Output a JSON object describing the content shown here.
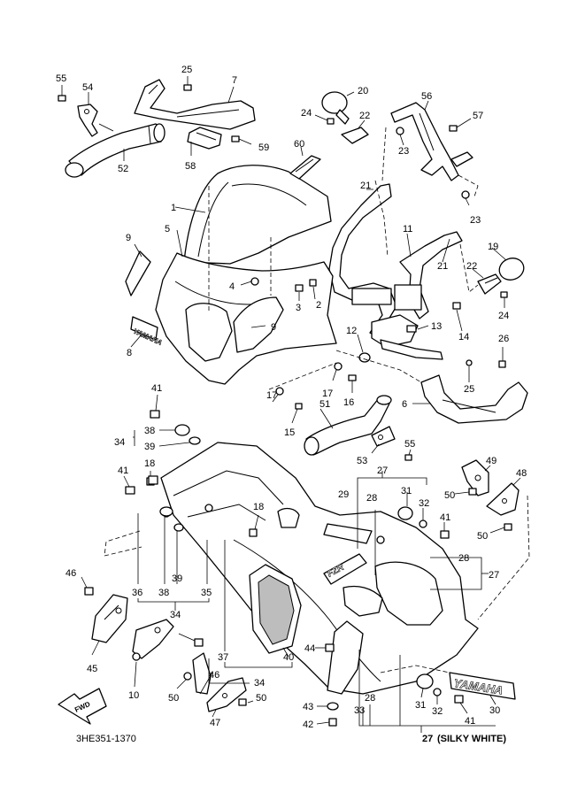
{
  "diagram": {
    "code": "3HE351-1370",
    "footer_number": "27",
    "footer_note": "(SILKY WHITE)",
    "fwd_arrow": "FWD",
    "decal_texts": {
      "left_small": "YAMAHA",
      "right_large": "YAMAHA",
      "side_fzr": "FZR"
    },
    "callouts": [
      {
        "n": "55"
      },
      {
        "n": "54"
      },
      {
        "n": "25"
      },
      {
        "n": "7"
      },
      {
        "n": "20"
      },
      {
        "n": "56"
      },
      {
        "n": "24"
      },
      {
        "n": "22"
      },
      {
        "n": "57"
      },
      {
        "n": "23"
      },
      {
        "n": "58"
      },
      {
        "n": "59"
      },
      {
        "n": "60"
      },
      {
        "n": "52"
      },
      {
        "n": "21"
      },
      {
        "n": "23"
      },
      {
        "n": "1"
      },
      {
        "n": "11"
      },
      {
        "n": "19"
      },
      {
        "n": "9"
      },
      {
        "n": "5"
      },
      {
        "n": "21"
      },
      {
        "n": "22"
      },
      {
        "n": "4"
      },
      {
        "n": "3"
      },
      {
        "n": "2"
      },
      {
        "n": "24"
      },
      {
        "n": "13"
      },
      {
        "n": "14"
      },
      {
        "n": "8"
      },
      {
        "n": "9"
      },
      {
        "n": "12"
      },
      {
        "n": "26"
      },
      {
        "n": "25"
      },
      {
        "n": "41"
      },
      {
        "n": "17"
      },
      {
        "n": "16"
      },
      {
        "n": "6"
      },
      {
        "n": "38"
      },
      {
        "n": "17"
      },
      {
        "n": "51"
      },
      {
        "n": "34"
      },
      {
        "n": "15"
      },
      {
        "n": "39"
      },
      {
        "n": "55"
      },
      {
        "n": "53"
      },
      {
        "n": "27"
      },
      {
        "n": "49"
      },
      {
        "n": "18"
      },
      {
        "n": "48"
      },
      {
        "n": "41"
      },
      {
        "n": "29"
      },
      {
        "n": "28"
      },
      {
        "n": "31"
      },
      {
        "n": "32"
      },
      {
        "n": "50"
      },
      {
        "n": "18"
      },
      {
        "n": "41"
      },
      {
        "n": "50"
      },
      {
        "n": "28"
      },
      {
        "n": "27"
      },
      {
        "n": "46"
      },
      {
        "n": "36"
      },
      {
        "n": "38"
      },
      {
        "n": "39"
      },
      {
        "n": "35"
      },
      {
        "n": "34"
      },
      {
        "n": "45"
      },
      {
        "n": "44"
      },
      {
        "n": "37"
      },
      {
        "n": "40"
      },
      {
        "n": "10"
      },
      {
        "n": "46"
      },
      {
        "n": "34"
      },
      {
        "n": "50"
      },
      {
        "n": "50"
      },
      {
        "n": "43"
      },
      {
        "n": "33"
      },
      {
        "n": "28"
      },
      {
        "n": "31"
      },
      {
        "n": "32"
      },
      {
        "n": "41"
      },
      {
        "n": "30"
      },
      {
        "n": "47"
      },
      {
        "n": "42"
      }
    ]
  }
}
